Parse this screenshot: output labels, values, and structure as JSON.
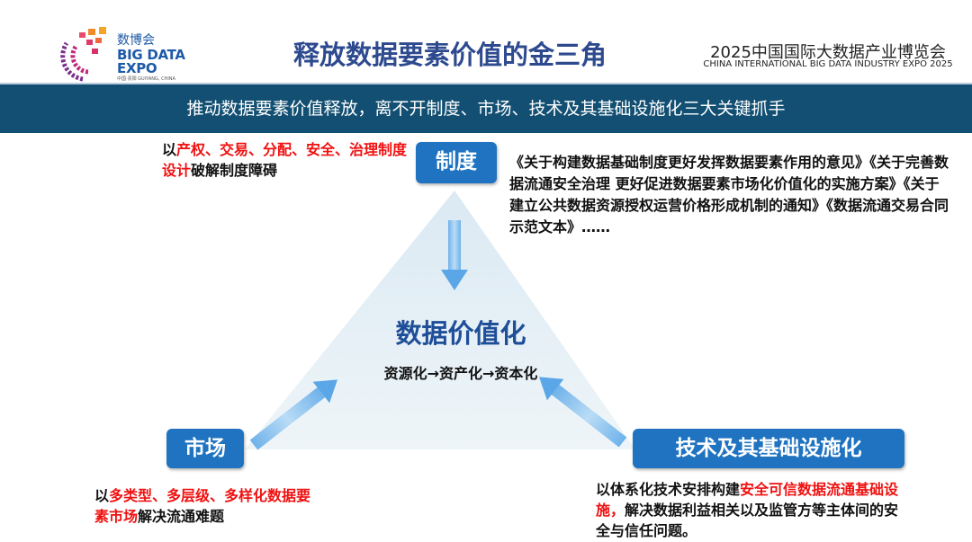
{
  "logo": {
    "cn": "数博会",
    "en1": "BIG DATA",
    "en2": "EXPO",
    "sub": "中国·贵阳 GUIYANG, CHINA"
  },
  "header": {
    "title": "释放数据要素价值的金三角",
    "expo_cn": "2025中国国际大数据产业博览会",
    "expo_en": "CHINA INTERNATIONAL BIG DATA INDUSTRY EXPO 2025"
  },
  "band": "推动数据要素价值释放，离不开制度、市场、技术及其基础设施化三大关键抓手",
  "center": {
    "title": "数据价值化",
    "subtitle": "资源化→资产化→资本化"
  },
  "institution": {
    "label": "制度",
    "desc": [
      {
        "t": "以",
        "red": false
      },
      {
        "t": "产权、交易、分配、安全、治理制度设计",
        "red": true
      },
      {
        "t": "破解制度障碍",
        "red": false
      }
    ],
    "docs": "《关于构建数据基础制度更好发挥数据要素作用的意见》《关于完善数据流通安全治理 更好促进数据要素市场化价值化的实施方案》《关于建立公共数据资源授权运营价格形成机制的通知》《数据流通交易合同示范文本》……"
  },
  "market": {
    "label": "市场",
    "desc": [
      {
        "t": "以",
        "red": false
      },
      {
        "t": "多类型、多层级、多样化数据要素市场",
        "red": true
      },
      {
        "t": "解决流通难题",
        "red": false
      }
    ]
  },
  "technology": {
    "label": "技术及其基础设施化",
    "desc": [
      {
        "t": "以体系化技术安排构建",
        "red": false
      },
      {
        "t": "安全可信数据流通基础设施，",
        "red": true
      },
      {
        "t": "解决数据利益相关以及监管方等主体间的安全与信任问题。",
        "red": false
      }
    ]
  },
  "colors": {
    "band": "#124f72",
    "button": "#1f73c0",
    "red": "#f01010",
    "title": "#2e4a8f"
  }
}
